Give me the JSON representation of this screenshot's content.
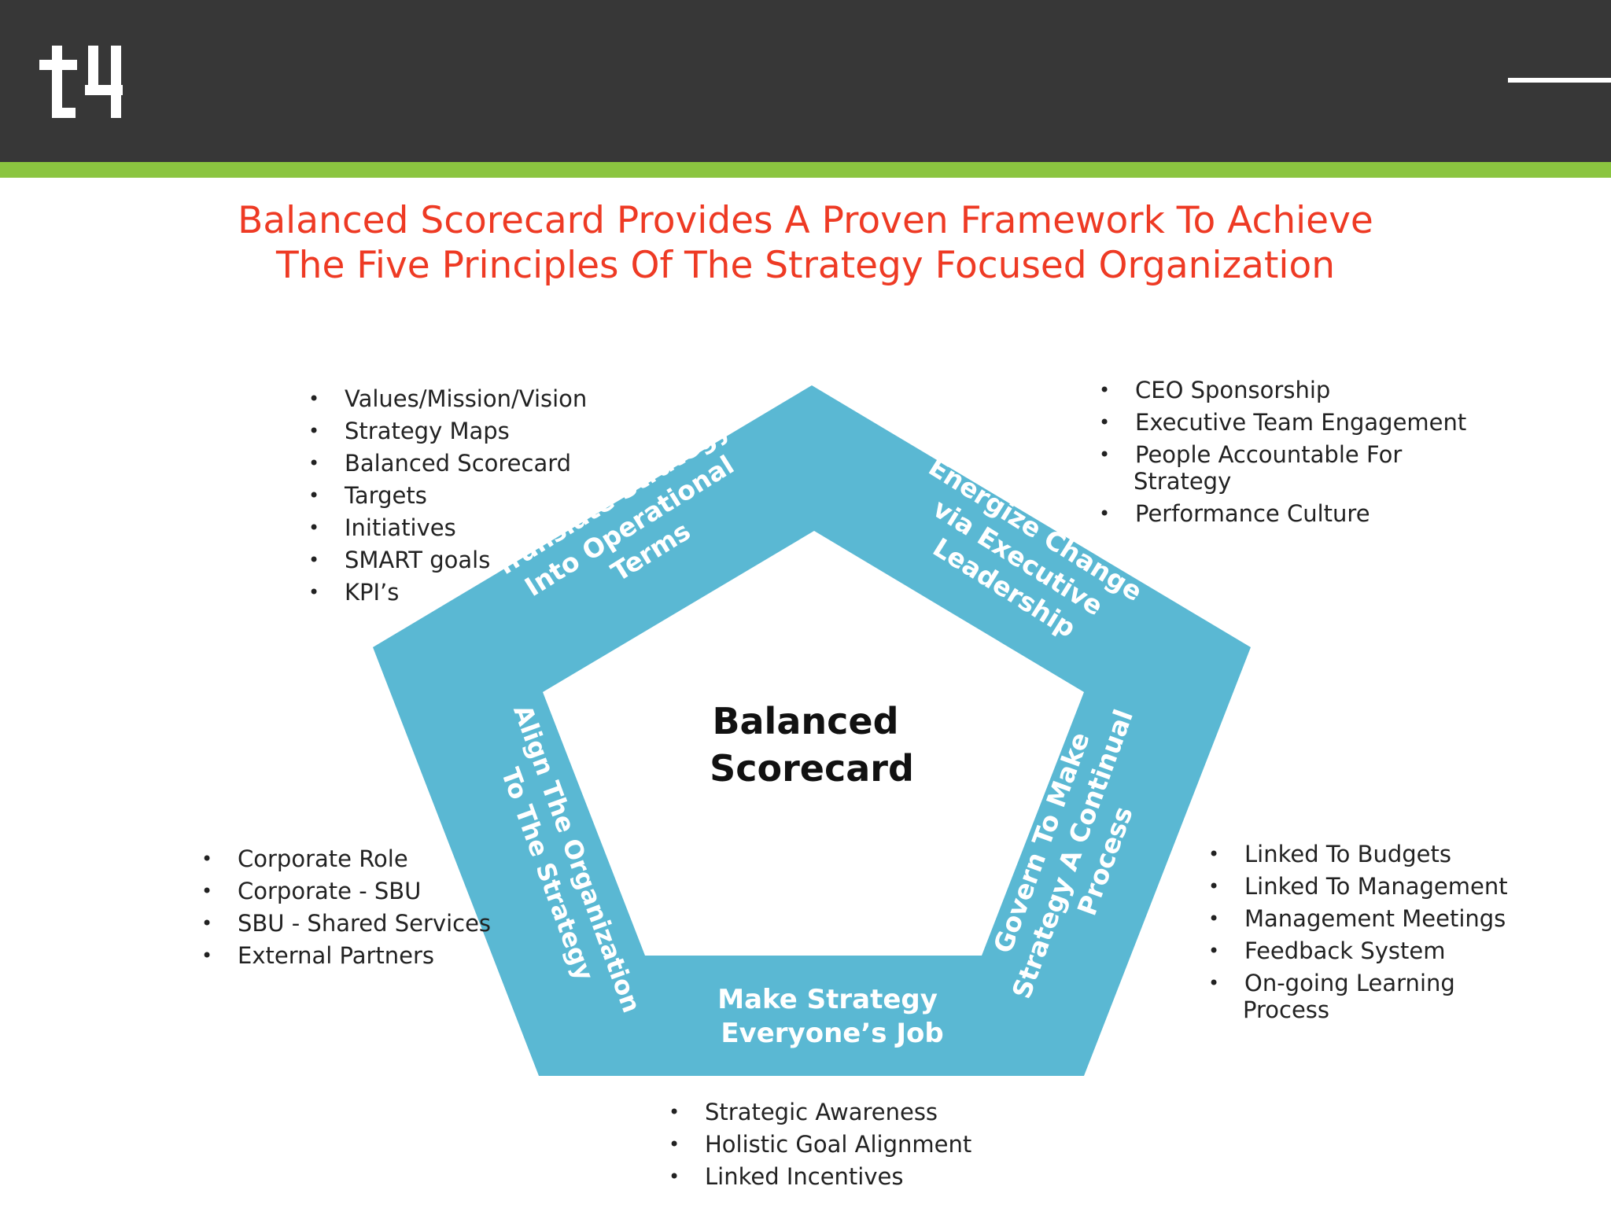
{
  "header": {
    "logo_icon": "th-brand-logo-icon",
    "menu_icon": "menu-line-icon",
    "colors": {
      "header_bg": "#373737",
      "accent_green": "#8bc540"
    }
  },
  "title": {
    "line1": "Balanced Scorecard Provides A Proven Framework To Achieve",
    "line2": "The Five Principles Of The Strategy Focused Organization",
    "color": "#ee3a24"
  },
  "diagram": {
    "center_line1": "Balanced",
    "center_line2": "Scorecard",
    "band_color": "#5ab8d3",
    "principles": [
      {
        "id": "translate",
        "line1": "Translate Strategy",
        "line2": "Into Operational",
        "line3": "Terms"
      },
      {
        "id": "energize",
        "line1": "Energize Change",
        "line2": "via Executive",
        "line3": "Leadership"
      },
      {
        "id": "govern",
        "line1": "Govern To Make",
        "line2": "Strategy A Continual",
        "line3": "Process"
      },
      {
        "id": "everyone",
        "line1": "Make Strategy",
        "line2": "Everyone’s Job"
      },
      {
        "id": "align",
        "line1": "Align The Organization",
        "line2": "To The Strategy"
      }
    ]
  },
  "lists": {
    "translate": [
      "Values/Mission/Vision",
      "Strategy Maps",
      "Balanced Scorecard",
      "Targets",
      "Initiatives",
      "SMART goals",
      "KPI’s"
    ],
    "energize": [
      "CEO Sponsorship",
      "Executive Team Engagement",
      "People Accountable For",
      "Strategy",
      "Performance Culture"
    ],
    "align": [
      "Corporate Role",
      "Corporate - SBU",
      "SBU - Shared Services",
      "External Partners"
    ],
    "govern": [
      "Linked To Budgets",
      "Linked To Management",
      "Management Meetings",
      "Feedback System",
      "On-going Learning",
      "Process"
    ],
    "everyone": [
      "Strategic Awareness",
      "Holistic Goal Alignment",
      "Linked Incentives"
    ]
  }
}
